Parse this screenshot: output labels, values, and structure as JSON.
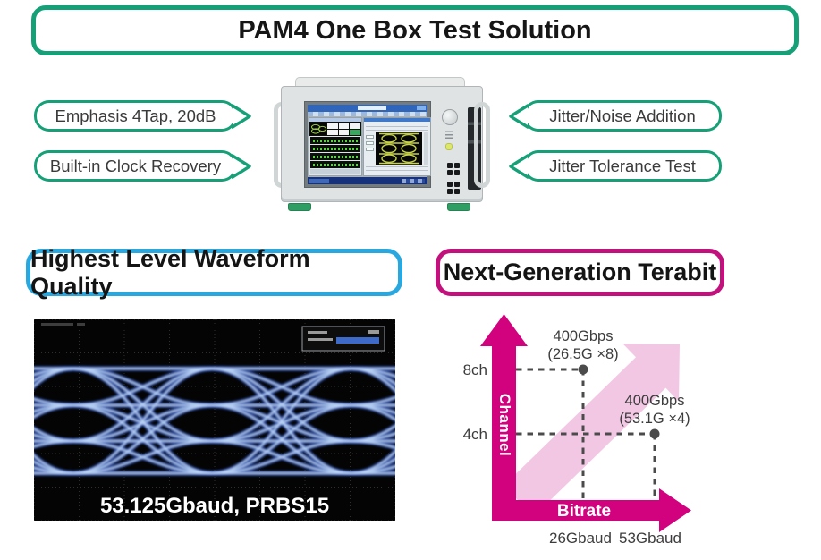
{
  "banner": {
    "title": "PAM4 One Box Test Solution"
  },
  "callouts": {
    "left": [
      {
        "label": "Emphasis 4Tap, 20dB"
      },
      {
        "label": "Built-in Clock Recovery"
      }
    ],
    "right": [
      {
        "label": "Jitter/Noise Addition"
      },
      {
        "label": "Jitter Tolerance Test"
      }
    ]
  },
  "sections": {
    "waveform": {
      "header": "Highest Level Waveform Quality",
      "caption": "53.125Gbaud, PRBS15",
      "border_color": "#29a8e0"
    },
    "terabit": {
      "header": "Next-Generation Terabit",
      "border_color": "#c2107c"
    }
  },
  "colors": {
    "callout_green": "#16a077",
    "axis_magenta": "#d2017e",
    "band_pink": "#f2c7e3",
    "eye_trace_blue": "#2c56b8"
  },
  "chart_data": {
    "type": "scatter",
    "title": "Next-Generation Terabit",
    "xlabel": "Bitrate",
    "ylabel": "Channel",
    "x_ticks": [
      "26Gbaud",
      "53Gbaud"
    ],
    "y_ticks": [
      "8ch",
      "4ch"
    ],
    "points": [
      {
        "x": "26Gbaud",
        "y": "8ch",
        "label_line1": "400Gbps",
        "label_line2": "(26.5G ×8)"
      },
      {
        "x": "53Gbaud",
        "y": "4ch",
        "label_line1": "400Gbps",
        "label_line2": "(53.1G ×4)"
      }
    ],
    "axis_style": "arrow axes without numeric scale",
    "legend": "none"
  }
}
